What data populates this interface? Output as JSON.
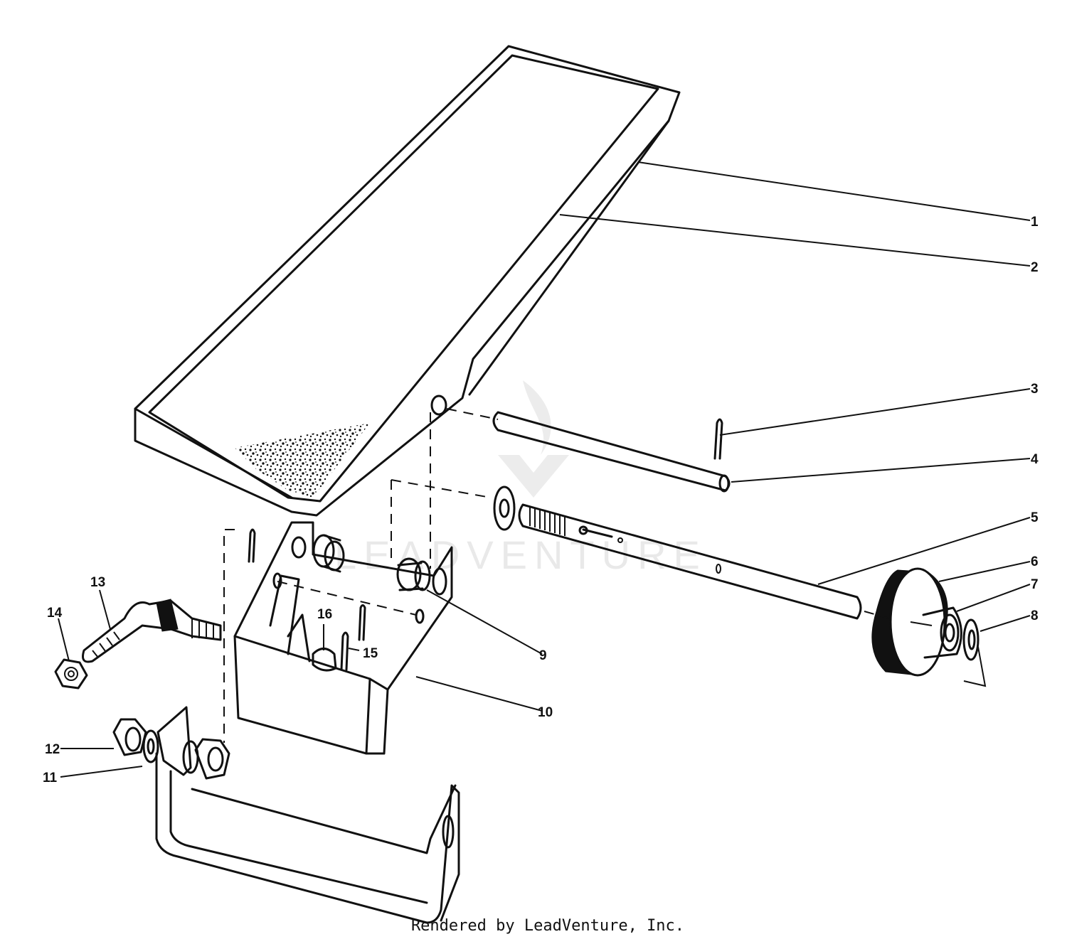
{
  "callouts": [
    "1",
    "2",
    "3",
    "4",
    "5",
    "6",
    "7",
    "8",
    "9",
    "10",
    "11",
    "12",
    "13",
    "14",
    "15",
    "16"
  ],
  "watermark": "LEADVENTURE",
  "footer": "Rendered by LeadVenture, Inc."
}
